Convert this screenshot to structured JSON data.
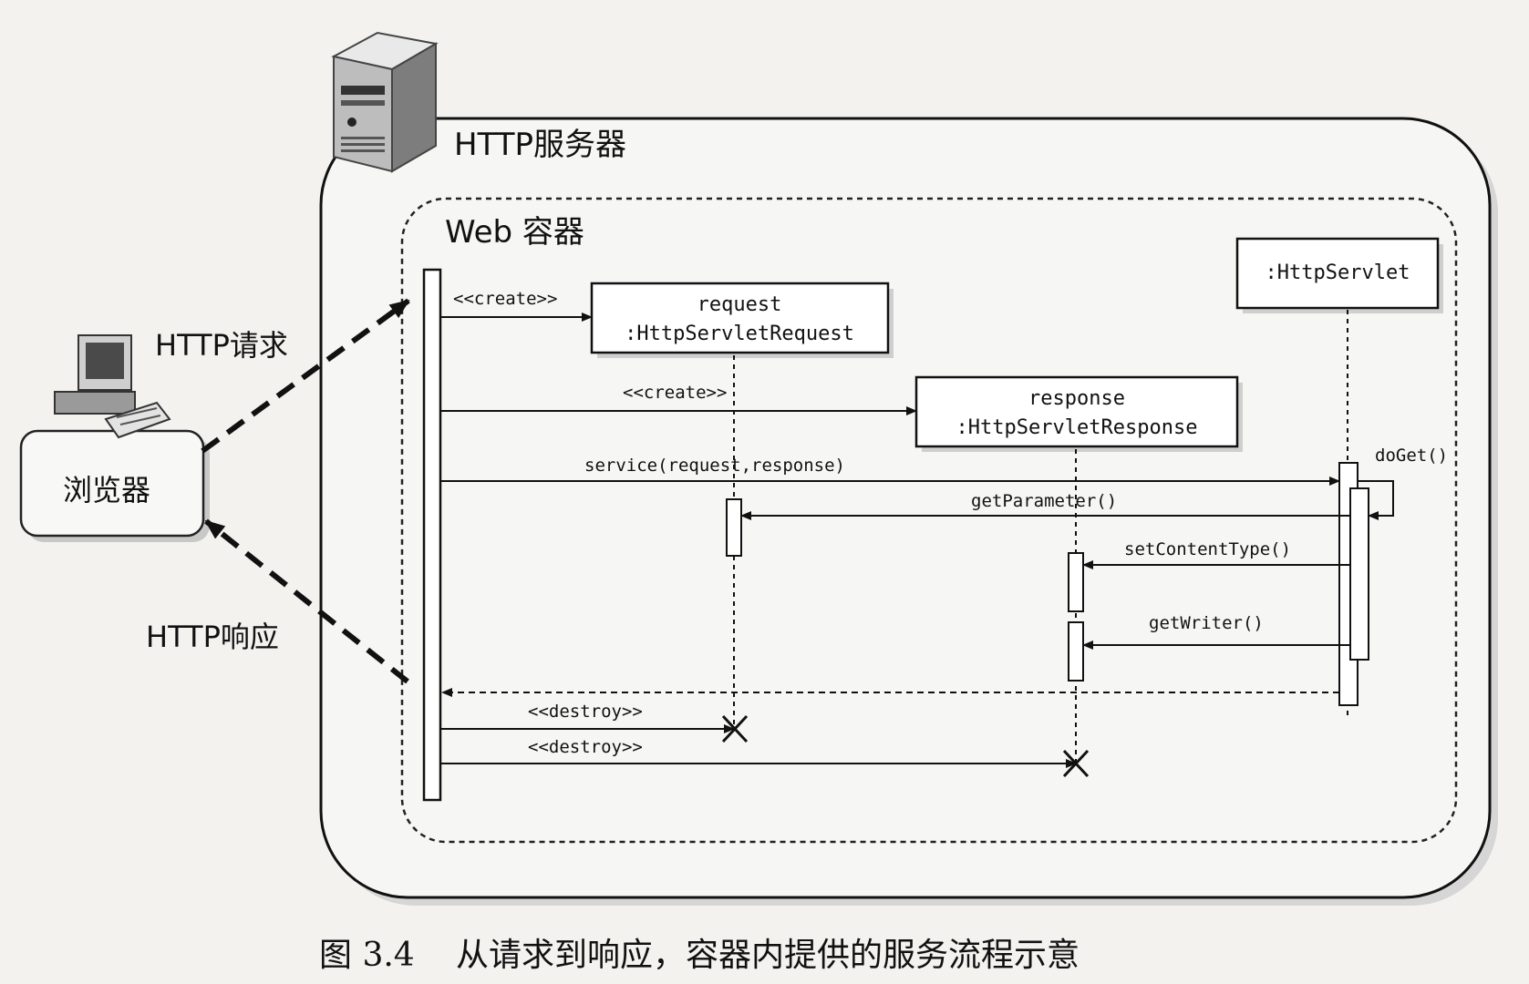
{
  "server": {
    "label": "HTTP服务器",
    "icon": "server-tower-icon"
  },
  "container": {
    "label": "Web 容器"
  },
  "client": {
    "label": "浏览器",
    "icon": "desktop-computer-icon"
  },
  "arrows": {
    "request": "HTTP请求",
    "response": "HTTP响应"
  },
  "objects": {
    "request": {
      "name": "request",
      "type": ":HttpServletRequest"
    },
    "response": {
      "name": "response",
      "type": ":HttpServletResponse"
    },
    "servlet": {
      "type": ":HttpServlet"
    }
  },
  "messages": {
    "create_request": "<<create>>",
    "create_response": "<<create>>",
    "service": "service(request,response)",
    "do_get": "doGet()",
    "get_parameter": "getParameter()",
    "set_content_type": "setContentType()",
    "get_writer": "getWriter()",
    "destroy_request": "<<destroy>>",
    "destroy_response": "<<destroy>>"
  },
  "caption": {
    "number": "图 3.4",
    "text": "从请求到响应，容器内提供的服务流程示意"
  }
}
